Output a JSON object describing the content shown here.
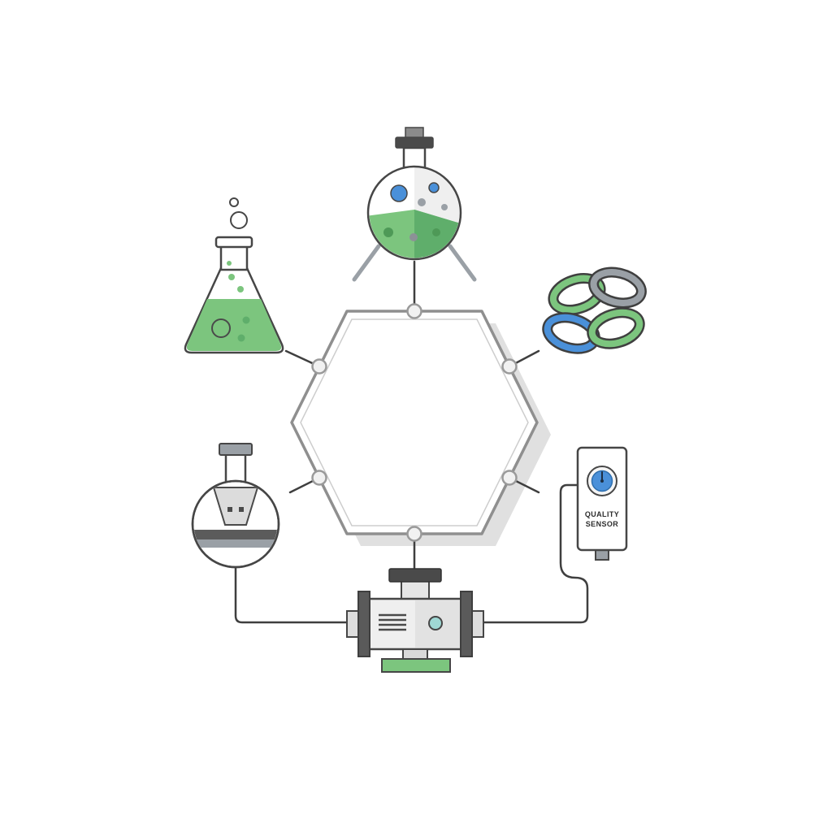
{
  "sensor": {
    "label_line1": "QUALITY",
    "label_line2": "SENSOR"
  },
  "colors": {
    "green": "#7cc57e",
    "green_dark": "#5fae6b",
    "blue": "#4a90d9",
    "gray": "#9aa0a6",
    "gray_light": "#e6e6e6",
    "dark": "#4a4a4a",
    "teal": "#9fd8d4",
    "shadow": "#e0e0e0"
  },
  "components": [
    "erlenmeyer-flask",
    "round-bottom-flask",
    "chain-links",
    "mixing-vessel",
    "quality-sensor",
    "pump-valve",
    "hexagon-core"
  ]
}
